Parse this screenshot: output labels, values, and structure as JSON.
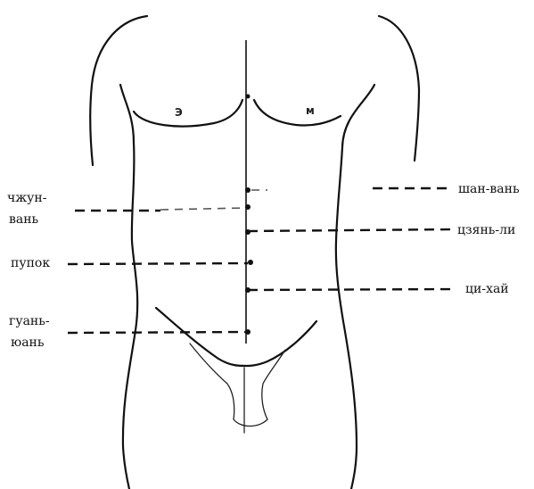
{
  "points": {
    "left": [
      {
        "id": "chzhun-van",
        "lines": [
          "чжун-",
          "вань"
        ]
      },
      {
        "id": "pupok",
        "lines": [
          "пупок"
        ]
      },
      {
        "id": "guan-yuan",
        "lines": [
          "гуань-",
          "юань"
        ]
      }
    ],
    "right": [
      {
        "id": "shan-van",
        "lines": [
          "шан-вань"
        ]
      },
      {
        "id": "tszyan-li",
        "lines": [
          "цзянь-ли"
        ]
      },
      {
        "id": "tsi-hai",
        "lines": [
          "ци-хай"
        ]
      }
    ]
  },
  "chest_marks": {
    "left": "Э",
    "right": "м"
  }
}
